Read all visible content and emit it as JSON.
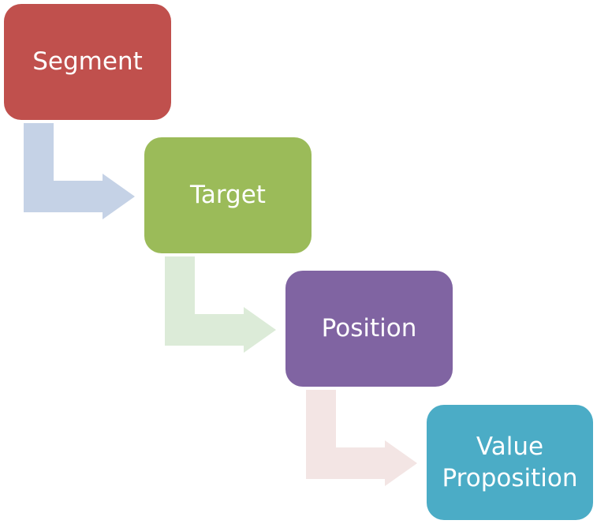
{
  "diagram": {
    "steps": [
      {
        "lines": [
          "Segment"
        ],
        "color": "#c0504d"
      },
      {
        "lines": [
          "Target"
        ],
        "color": "#9bbb59"
      },
      {
        "lines": [
          "Position"
        ],
        "color": "#8064a2"
      },
      {
        "lines": [
          "Value",
          "Proposition"
        ],
        "color": "#4bacc6"
      }
    ],
    "connectors": [
      {
        "color": "#c5d2e6"
      },
      {
        "color": "#dcebd8"
      },
      {
        "color": "#f3e5e4"
      }
    ]
  }
}
